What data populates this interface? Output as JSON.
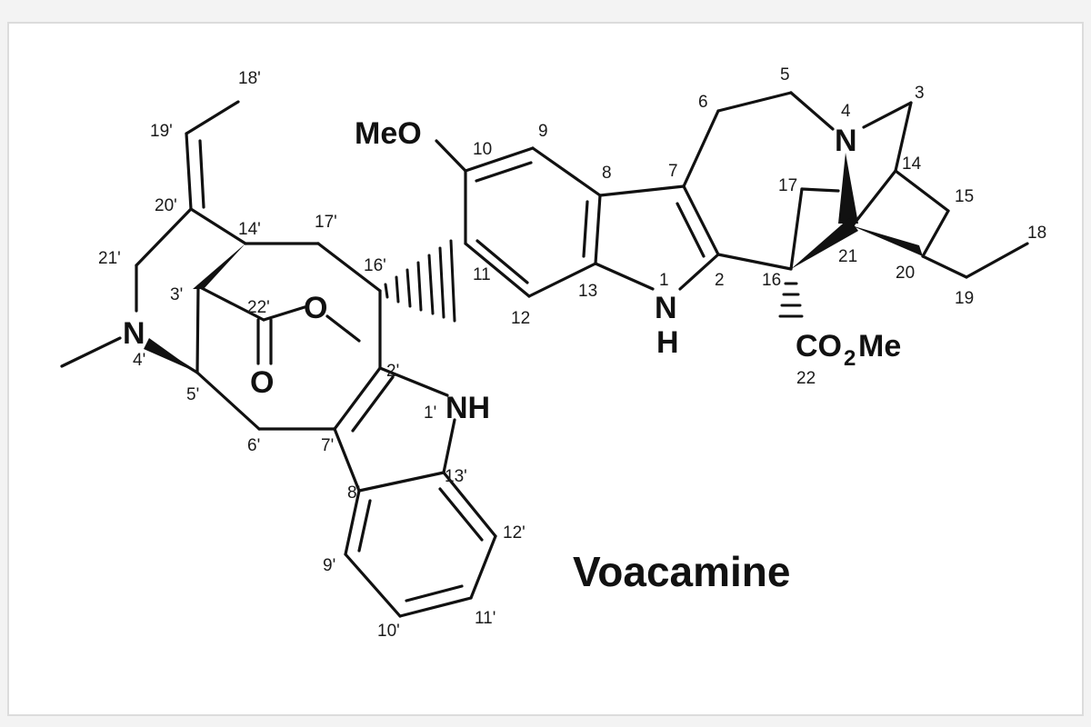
{
  "compound": {
    "name": "Voacamine"
  },
  "atoms": {
    "meo": "MeO",
    "n4": "N",
    "nh_top": "N",
    "h_top": "H",
    "co2me_co": "CO",
    "co2me_sub": "2",
    "co2me_me": "Me",
    "n4p": "N",
    "o_ester": "O",
    "o_carbonyl": "O",
    "nh_bottom": "NH"
  },
  "locants": {
    "l18p": "18'",
    "l19p": "19'",
    "l20p": "20'",
    "l21p": "21'",
    "l14p": "14'",
    "l17p": "17'",
    "l16p": "16'",
    "l3p": "3'",
    "l22p": "22'",
    "l4p": "4'",
    "l5p": "5'",
    "l6p": "6'",
    "l7p": "7'",
    "l2p": "2'",
    "l1p": "1'",
    "l13p": "13'",
    "l8p": "8'",
    "l12p": "12'",
    "l9p": "9'",
    "l10p": "10'",
    "l11p": "11'",
    "l10": "10",
    "l9": "9",
    "l8": "8",
    "l7": "7",
    "l6": "6",
    "l5": "5",
    "l4": "4",
    "l3": "3",
    "l14": "14",
    "l17": "17",
    "l15": "15",
    "l18": "18",
    "l11": "11",
    "l12": "12",
    "l13": "13",
    "l1": "1",
    "l2": "2",
    "l16": "16",
    "l21": "21",
    "l20": "20",
    "l19": "19",
    "l22": "22"
  }
}
